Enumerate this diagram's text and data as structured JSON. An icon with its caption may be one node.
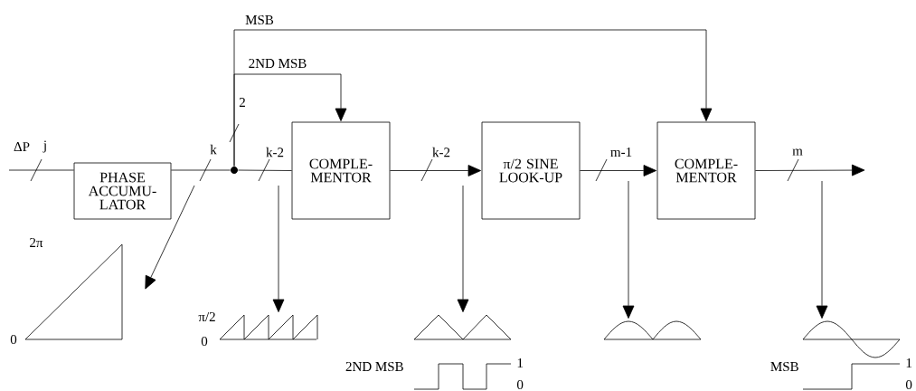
{
  "diagram": {
    "nodes": [
      {
        "text": [
          "PHASE ACCUMU-LATOR"
        ]
      },
      {
        "text": [
          "COMPLE-MENTOR"
        ]
      },
      {
        "text": [
          "π/2 SINE LOOK-UP"
        ]
      },
      {
        "text": [
          "COMPLE-MENTOR"
        ]
      },
      {
        "text": [],
        "shape": "circle"
      },
      {
        "text": [],
        "shape": "picture",
        "beside": [
          "2π",
          "0"
        ]
      },
      {
        "text": [],
        "shape": "picture",
        "beside": [
          "π/2",
          "0"
        ]
      },
      {
        "text": [],
        "shape": "picture"
      },
      {
        "text": [],
        "shape": "picture"
      },
      {
        "text": [],
        "shape": "picture"
      }
    ],
    "edges": [
      {
        "from": null,
        "to": 0,
        "arrow": "none",
        "label": "j"
      },
      {
        "from": 0,
        "to": 4,
        "arrow": "none",
        "label": "k"
      },
      {
        "from": 4,
        "to": 1,
        "arrow": "none",
        "label": "k-2"
      },
      {
        "from": 4,
        "to": 1,
        "arrow": "to",
        "label": "2ND MSB"
      },
      {
        "from": 4,
        "to": 3,
        "arrow": "to",
        "label": "MSB"
      },
      {
        "from": 1,
        "to": 2,
        "arrow": "to",
        "label": "k-2"
      },
      {
        "from": 2,
        "to": 3,
        "arrow": "to",
        "label": "m-1"
      },
      {
        "from": 3,
        "to": null,
        "arrow": "to",
        "label": "m"
      },
      {
        "from": null,
        "to": 5,
        "arrow": "to"
      },
      {
        "from": null,
        "to": 6,
        "arrow": "to"
      },
      {
        "from": null,
        "to": 7,
        "arrow": "to"
      },
      {
        "from": null,
        "to": 8,
        "arrow": "to"
      },
      {
        "from": null,
        "to": 9,
        "arrow": "to"
      }
    ],
    "labels": [
      "ΔP",
      "2",
      "2ND MSB",
      "1",
      "0",
      "MSB",
      "1",
      "0"
    ]
  }
}
